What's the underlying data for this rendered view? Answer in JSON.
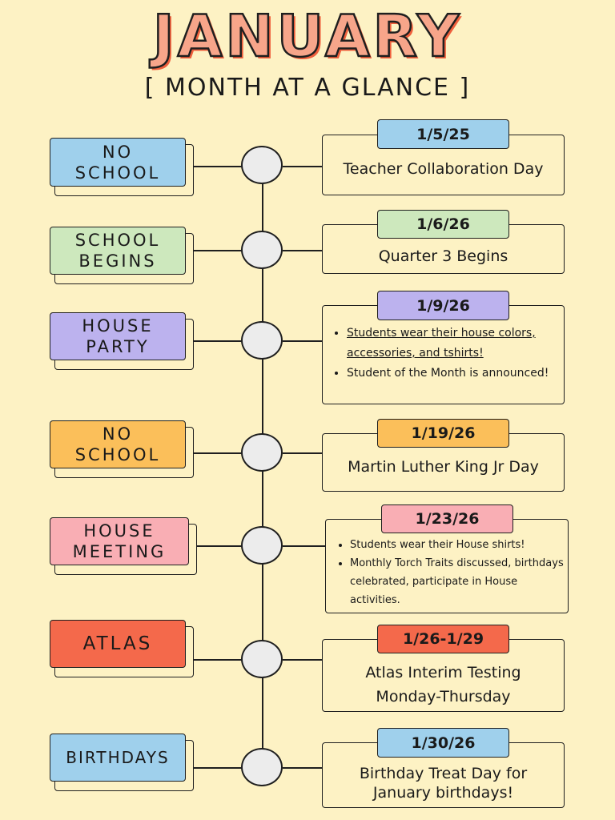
{
  "header": {
    "title": "JANUARY",
    "subtitle": "[ MONTH AT A GLANCE ]"
  },
  "colors": {
    "background": "#fdf2c4",
    "blue": "#9fd0ec",
    "green": "#cde8bd",
    "purple": "#bcb2ee",
    "orange": "#fbbf5a",
    "pink": "#f9aeb4",
    "red": "#f4694b"
  },
  "events": [
    {
      "category": "NO\nSCHOOL",
      "date": "1/5/25",
      "description": "Teacher Collaboration Day"
    },
    {
      "category": "SCHOOL\nBEGINS",
      "date": "1/6/26",
      "description": "Quarter 3 Begins"
    },
    {
      "category": "HOUSE\nPARTY",
      "date": "1/9/26",
      "bullets": [
        "Students wear their house colors, accessories, and tshirts!",
        "Student of the Month is announced!"
      ]
    },
    {
      "category": "NO\nSCHOOL",
      "date": "1/19/26",
      "description": "Martin Luther King Jr Day"
    },
    {
      "category": "HOUSE\nMEETING",
      "date": "1/23/26",
      "bullets": [
        "Students wear their House shirts!",
        "Monthly Torch Traits discussed, birthdays celebrated, participate in House activities."
      ]
    },
    {
      "category": "ATLAS",
      "date": "1/26-1/29",
      "description": "Atlas Interim Testing\nMonday-Thursday"
    },
    {
      "category": "BIRTHDAYS",
      "date": "1/30/26",
      "description": "Birthday Treat Day for\nJanuary birthdays!"
    }
  ]
}
